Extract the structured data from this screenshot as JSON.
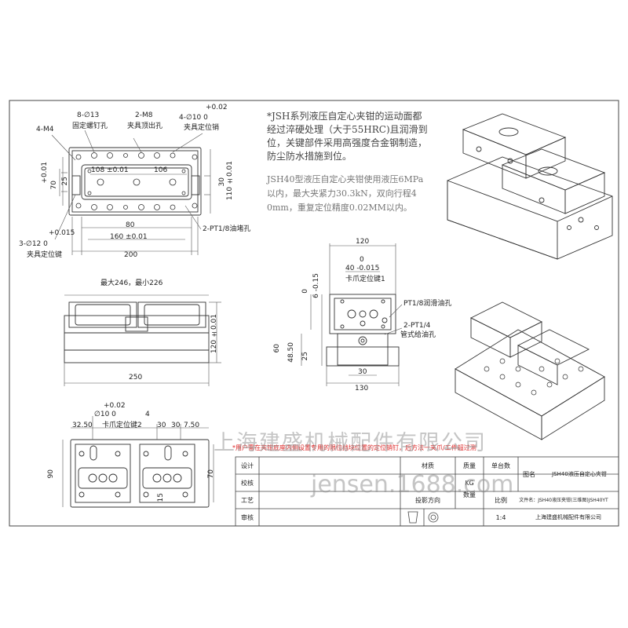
{
  "notes": {
    "line1": "*JSH系列液压自定心夹钳的运动面都",
    "line2": "经过淬硬处理（大于55HRC)且润滑到",
    "line3": "位，关键部件采用高强度合金钢制造，",
    "line4": "防尘防水措施到位。",
    "spec1": "JSH40型液压自定心夹钳使用液压6MPa",
    "spec2": "以内，最大夹紧力30.3kN，双向行程4",
    "spec3": "0mm，重复定位精度0.02MM以内。"
  },
  "top_view": {
    "l_4m4": "4-M4",
    "l_8d13a": "8-∅13",
    "l_8d13b": "固定螺钉孔",
    "l_2m8a": "2-M8",
    "l_2m8b": "夹具顶出孔",
    "l_tol_plus": "+0.02",
    "l_4d10a": "4-∅10  0",
    "l_4d10b": "夹具定位销",
    "d_108": "108 ±0.01",
    "d_106": "106",
    "d_tol01": "+0.01",
    "d_70": "70",
    "d_25": "25",
    "d_30": "30",
    "d_110": "110 ±0.01",
    "d_80": "80",
    "d_160": "160 ±0.01",
    "d_200": "200",
    "l_2pt_a": "2-PT1/8油堵孔",
    "l_3d12_tol": "+0.015",
    "l_3d12a": "3-∅12  0",
    "l_3d12b": "夹具定位键"
  },
  "front_view": {
    "d_max": "最大246，最小226",
    "d_120": "120 ±0.01",
    "d_250": "250"
  },
  "side_view": {
    "d_120": "120",
    "d_0": "0",
    "d_40": "40 -0.015",
    "l_key1": "卡爪定位键1",
    "d_6": "6 -0.15",
    "d_0b": "0",
    "l_pt_lube": "PT1/8润滑油孔",
    "l_2pt_b1": "2-PT1/4",
    "l_2pt_b2": "管式给油孔",
    "d_60": "60",
    "d_48": "48.50",
    "d_25": "25",
    "d_30": "30",
    "d_130": "130"
  },
  "bottom_view": {
    "tol": "+0.02",
    "d_10": "∅10  0",
    "d_4": "4",
    "d_3250": "32.50",
    "l_key2": "卡爪定位键2",
    "d_30a": "30",
    "d_30b": "30",
    "d_750": "7.50",
    "d_90": "90",
    "d_70": "70",
    "d_15": "15"
  },
  "warning": "*用户需在夹钳底座内侧设置专用的限位挡块位置的定位销钉，后方法一夹爪/工件超过测",
  "title_block": {
    "r_design": "设计",
    "r_check": "校核",
    "r_process": "工艺",
    "r_approve": "审核",
    "h_material": "材质",
    "h_mass": "质量",
    "h_units": "单台数",
    "v_kg": "KG",
    "v_units": "数量",
    "h_proj": "投影方向",
    "h_scale": "比例",
    "v_scale": "1:4",
    "h_name": "图名",
    "v_name": "JSH40液压自定心夹钳",
    "file_name": "文件名：JSH40液压夹钳(三维图)JSH40YT",
    "company": "上海建盛机械配件有限公司"
  },
  "watermark": {
    "cn": "上海建盛机械配件有限公司",
    "en": "jensen.1688.com"
  },
  "colors": {
    "line": "#333333",
    "dim": "#555555",
    "accent": "#d22222",
    "watermark": "#999999"
  }
}
